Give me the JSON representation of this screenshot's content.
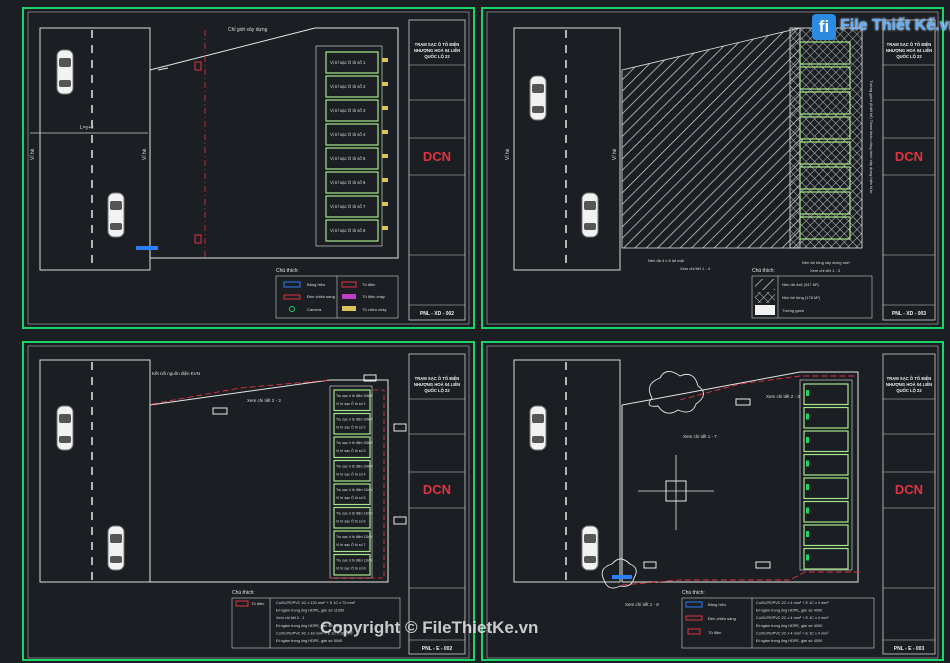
{
  "header": {
    "top_label": "Chỉ giới xây dựng"
  },
  "road": {
    "width_label": "L=y+x",
    "left_label": "Vỉ hè",
    "right_label": "Vỉ hè"
  },
  "title_block": {
    "project_lines": [
      "TRẠM SẠC Ô TÔ ĐIỆN",
      "NHƯỢNG HOÀ 04 LIÊN",
      "QUỐC LỘ 22"
    ],
    "logo": "DCN"
  },
  "sheet1": {
    "code": "PNL - XD - 002",
    "bays": [
      "Vị trí sạc Ô tô số 1",
      "Vị trí sạc Ô tô số 2",
      "Vị trí sạc Ô tô số 3",
      "Vị trí sạc Ô tô số 4",
      "Vị trí sạc Ô tô số 5",
      "Vị trí sạc Ô tô số 6",
      "Vị trí sạc Ô tô số 7",
      "Vị trí sạc Ô tô số 8"
    ],
    "legend_title": "Chú thích:",
    "legend": [
      "Bảng hiệu",
      "Tủ điện",
      "Đèn chiếu sáng",
      "Tủ điện chạy",
      "Camera",
      "Tủ chữa cháy"
    ]
  },
  "sheet2": {
    "code": "PNL - XD - 003",
    "side_note": "Tường gạch (thiết kế) Tham khảo công trình xây dựng hiện hữu",
    "callout_left": "Nền đá 4 x 6 lát mặt",
    "callout_right": "Nền bê tông xây dựng mới",
    "detail_left": "Xem chi tiết 1 - 4",
    "detail_right": "Xem chi tiết 1 - 3",
    "legend_title": "Chú thích:",
    "legend": [
      "Nền đá 4x6 (347 M²)",
      "Nền bê tông (176 M²)",
      "Tường gạch"
    ]
  },
  "sheet3": {
    "code": "PNL - E - 002",
    "top_note": "Kết nối nguồn điện EVN",
    "detail_ref": "Xem chi tiết 2 - 3",
    "bays": [
      "Trụ sạc ô tô điện 30kW",
      "Vị trí sạc Ô tô số 1",
      "Trụ sạc ô tô điện 30kW",
      "Vị trí sạc Ô tô số 2",
      "Trụ sạc ô tô điện 30kW",
      "Vị trí sạc Ô tô số 3",
      "Trụ sạc ô tô điện 30kW",
      "Vị trí sạc Ô tô số 4",
      "Trụ sạc ô tô điện 11kW",
      "Vị trí sạc Ô tô số 5",
      "Trụ sạc ô tô điện 11kW",
      "Vị trí sạc Ô tô số 6",
      "Trụ sạc ô tô điện 11kW",
      "Vị trí sạc Ô tô số 7",
      "Trụ sạc ô tô điện 11kW",
      "Vị trí sạc Ô tô số 8"
    ],
    "legend_title": "Chú thích:",
    "legend_left": "Tủ điện",
    "legend": [
      "Cu/XLPE/PVC 4C x 120 mm² + E 1C x 70 mm²",
      "Đi ngầm trong ống HDPE, gần sứ 11900",
      "Xem chi tiết 2 - 1",
      "Đi ngầm trong ống HDPE, gần sứ 5040",
      "Cu/XLPE/PVC 4C x 16 mm² + E 1C x 16 mm²",
      "Đi ngầm trong ống HDPE, gần sứ 5040"
    ]
  },
  "sheet4": {
    "code": "PNL - E - 003",
    "detail_a": "Xem chi tiết 2 - 3",
    "detail_b": "Xem chi tiết 1 - 7",
    "detail_c": "Xem chi tiết 1 - 8",
    "legend_title": "Chú thích:",
    "legend": [
      "Bảng hiệu",
      "Đèn chiếu sáng",
      "Tủ điện"
    ],
    "legend_right": [
      "Cu/XLPE/PVC 2C x 4 mm² + E 1C x 4 mm²",
      "Đi ngầm trong ống HDPE, gần sứ 4000",
      "Cu/XLPE/PVC 2C x 4 mm² + E 1C x 4 mm²",
      "Đi ngầm trong ống HDPE, gần sứ 4000",
      "Cu/XLPE/PVC 2C x 4 mm² + E 1C x 4 mm²",
      "Đi ngầm trong ống HDPE, gần sứ 4000"
    ]
  },
  "watermark": {
    "logo_text": "File Thiết Kế.vn",
    "logo_mark": "fi",
    "copyright": "Copyright © FileThietKe.vn"
  },
  "colors": {
    "frame": "#1bd36b",
    "bay": "#a8e68a",
    "red": "#e0333f",
    "white": "#e6e6e6",
    "cyan": "#39b2ff",
    "bg": "#1b1e23"
  }
}
